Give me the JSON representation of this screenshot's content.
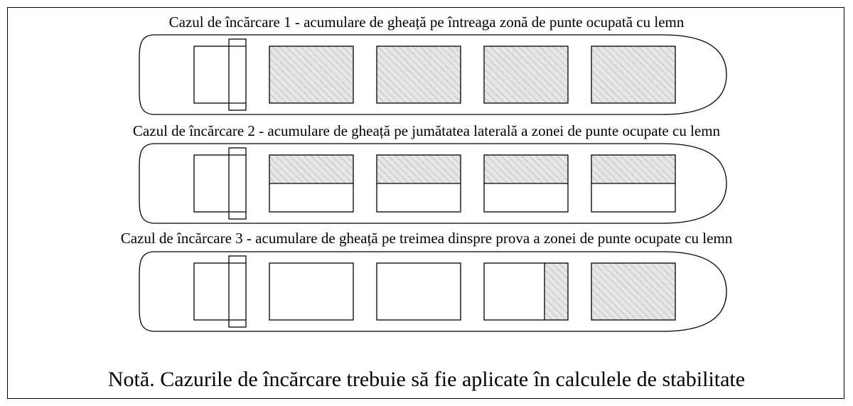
{
  "cases": [
    {
      "caption": "Cazul de încărcare 1 - acumulare de gheață pe întreaga zonă de punte ocupată cu lemn",
      "ice": [
        "full",
        "full",
        "full",
        "full"
      ]
    },
    {
      "caption": "Cazul de încărcare 2 - acumulare de gheață pe jumătatea laterală a zonei de punte ocupate cu lemn",
      "ice": [
        "upper-half",
        "upper-half",
        "upper-half",
        "upper-half"
      ]
    },
    {
      "caption": "Cazul de încărcare 3 - acumulare de gheață pe treimea dinspre prova a zonei de punte ocupate cu lemn",
      "ice": [
        "none",
        "none",
        "forward-part",
        "full"
      ]
    }
  ],
  "note": "Notă. Cazurile de încărcare trebuie să fie aplicate în calculele de stabilitate",
  "colors": {
    "line": "#000000",
    "hatch_fill": "#e6e6e6",
    "hatch_line": "#a8a8a8",
    "background": "#ffffff"
  }
}
